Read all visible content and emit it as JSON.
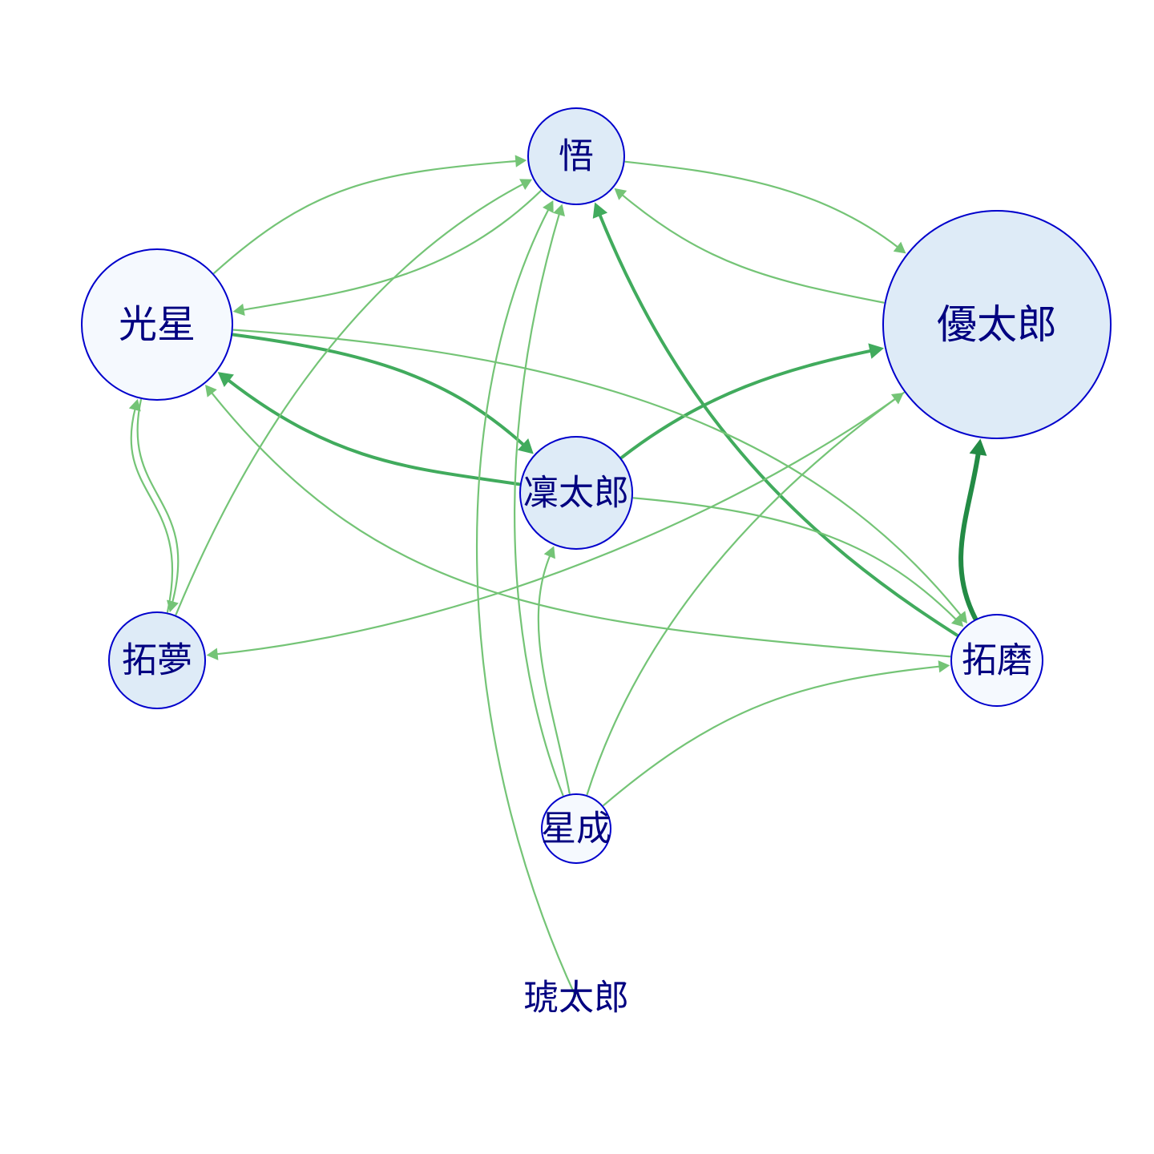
{
  "colors": {
    "node_stroke": "#0000cc",
    "label": "#000080",
    "edge_light": "#74c476",
    "edge_mid": "#41ab5d",
    "edge_dark": "#238b45",
    "fill_pale": "#f5f9fe",
    "fill_light": "#deebf7"
  },
  "nodes": [
    {
      "id": "satoru",
      "label": "悟",
      "fill": "light"
    },
    {
      "id": "yutaro",
      "label": "優太郎",
      "fill": "light"
    },
    {
      "id": "kosei",
      "label": "光星",
      "fill": "pale"
    },
    {
      "id": "rintaro",
      "label": "凜太郎",
      "fill": "light"
    },
    {
      "id": "takumu",
      "label": "拓夢",
      "fill": "light"
    },
    {
      "id": "takuma",
      "label": "拓磨",
      "fill": "pale"
    },
    {
      "id": "seisei",
      "label": "星成",
      "fill": "pale"
    },
    {
      "id": "kotaro",
      "label": "琥太郎",
      "fill": "none"
    }
  ],
  "edges": [
    {
      "from": "kosei",
      "to": "satoru",
      "weight": "light"
    },
    {
      "from": "satoru",
      "to": "kosei",
      "weight": "light"
    },
    {
      "from": "satoru",
      "to": "yutaro",
      "weight": "light"
    },
    {
      "from": "yutaro",
      "to": "satoru",
      "weight": "light"
    },
    {
      "from": "kosei",
      "to": "rintaro",
      "weight": "mid"
    },
    {
      "from": "rintaro",
      "to": "kosei",
      "weight": "mid"
    },
    {
      "from": "rintaro",
      "to": "yutaro",
      "weight": "mid"
    },
    {
      "from": "takuma",
      "to": "satoru",
      "weight": "mid"
    },
    {
      "from": "takuma",
      "to": "yutaro",
      "weight": "dark"
    },
    {
      "from": "kosei",
      "to": "takumu",
      "weight": "light"
    },
    {
      "from": "takumu",
      "to": "kosei",
      "weight": "light"
    },
    {
      "from": "takumu",
      "to": "satoru",
      "weight": "light"
    },
    {
      "from": "kosei",
      "to": "takuma",
      "weight": "light"
    },
    {
      "from": "takuma",
      "to": "kosei",
      "weight": "light"
    },
    {
      "from": "yutaro",
      "to": "takumu",
      "weight": "light"
    },
    {
      "from": "rintaro",
      "to": "takuma",
      "weight": "light"
    },
    {
      "from": "seisei",
      "to": "rintaro",
      "weight": "light"
    },
    {
      "from": "seisei",
      "to": "satoru",
      "weight": "light"
    },
    {
      "from": "seisei",
      "to": "yutaro",
      "weight": "light"
    },
    {
      "from": "seisei",
      "to": "takuma",
      "weight": "light"
    },
    {
      "from": "kotaro",
      "to": "satoru",
      "weight": "light"
    }
  ]
}
